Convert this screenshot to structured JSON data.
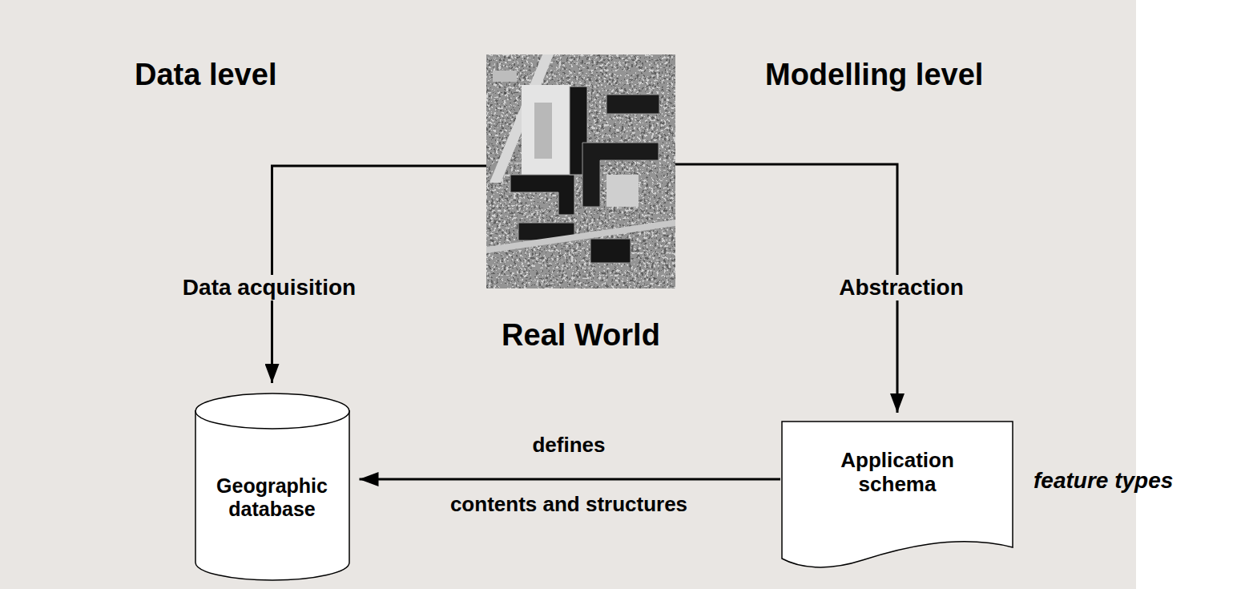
{
  "diagram": {
    "nodes": [
      {
        "text": [
          "Real World"
        ]
      },
      {
        "text": [
          "Geographic database"
        ]
      },
      {
        "text": [
          "Application schema"
        ]
      }
    ],
    "edges": [
      {
        "from": 0,
        "to": 1,
        "arrow": "to",
        "label": "Data acquisition"
      },
      {
        "from": 0,
        "to": 2,
        "arrow": "to",
        "label": "Abstraction"
      },
      {
        "from": 2,
        "to": 1,
        "arrow": "to",
        "label": "defines"
      }
    ],
    "labels": [
      "Data level",
      "Modelling level",
      "contents and structures",
      "feature types"
    ]
  }
}
